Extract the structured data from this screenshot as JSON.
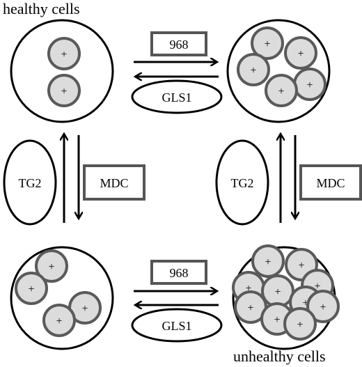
{
  "labels": {
    "top_left_caption": "healthy cells",
    "bottom_right_caption": "unhealthy cells",
    "top_box": "968",
    "top_ellipse": "GLS1",
    "bottom_box": "968",
    "bottom_ellipse": "GLS1",
    "left_ellipse": "TG2",
    "left_box": "MDC",
    "right_ellipse": "TG2",
    "right_box": "MDC",
    "cell_sign": "+"
  },
  "colors": {
    "cell_fill": "#dcdcdc",
    "cell_stroke": "#5a5a5a",
    "outline": "#000000"
  }
}
